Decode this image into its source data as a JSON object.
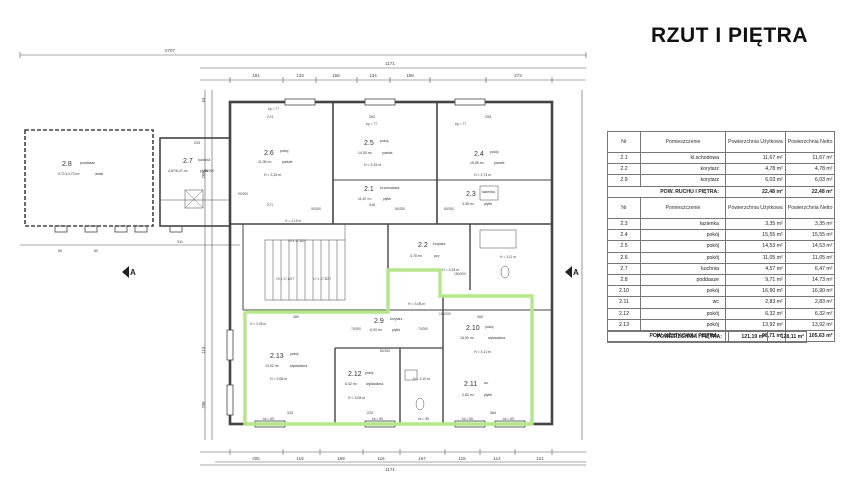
{
  "title": "RZUT I PIĘTRA",
  "headers": [
    "Nr",
    "Pomieszczenie",
    "Powierzchnia Użytkowa",
    "Powierzchnia Netto"
  ],
  "table1": {
    "rows": [
      {
        "nr": "2.1",
        "name": "kl.schodowa",
        "uz": "11,67 m²",
        "netto": "11,67 m²"
      },
      {
        "nr": "2.2",
        "name": "korytarz",
        "uz": "4,78 m²",
        "netto": "4,78 m²"
      },
      {
        "nr": "2.9",
        "name": "korytarz",
        "uz": "6,03 m²",
        "netto": "6,03 m²"
      }
    ],
    "sum_label": "POW. RUCHU I PIĘTRA:",
    "sum_uz": "22,48 m²",
    "sum_netto": "22,48 m²"
  },
  "table2": {
    "rows": [
      {
        "nr": "2.3",
        "name": "łazienka",
        "uz": "3,35 m²",
        "netto": "3,35 m²"
      },
      {
        "nr": "2.4",
        "name": "pokój",
        "uz": "15,55 m²",
        "netto": "15,55 m²"
      },
      {
        "nr": "2.5",
        "name": "pokój",
        "uz": "14,53 m²",
        "netto": "14,53 m²"
      },
      {
        "nr": "2.6",
        "name": "pokój",
        "uz": "11,05 m²",
        "netto": "11,05 m²"
      },
      {
        "nr": "2.7",
        "name": "kuchnia",
        "uz": "4,57 m²",
        "netto": "6,47 m²"
      },
      {
        "nr": "2.8",
        "name": "poddasze",
        "uz": "9,71 m²",
        "netto": "14,73 m²"
      },
      {
        "nr": "2.10",
        "name": "pokój",
        "uz": "16,90 m²",
        "netto": "16,90 m²"
      },
      {
        "nr": "2.11",
        "name": "wc",
        "uz": "2,83 m²",
        "netto": "2,83 m²"
      },
      {
        "nr": "2.12",
        "name": "pokój",
        "uz": "6,32 m²",
        "netto": "6,32 m²"
      },
      {
        "nr": "2.13",
        "name": "pokój",
        "uz": "13,92 m²",
        "netto": "13,92 m²"
      }
    ],
    "sum_label": "POW. UŻYTKOWA I PIĘTRA:",
    "sum_uz": "98,71 m²",
    "sum_netto": "105,63 m²"
  },
  "total": {
    "label": "POWIERZCHNIA I PIĘTRA:",
    "uz": "121,19 m²",
    "netto": "128,11 m²"
  },
  "colors": {
    "wall": "#444444",
    "highlight": "#b6e58a",
    "line": "#555555"
  },
  "plan": {
    "dim_total": "2707",
    "dim_top": "1171",
    "dim_bottom": "1171",
    "dims_top_segments": [
      "181",
      "133",
      "158",
      "134",
      "158",
      "273"
    ],
    "dims_bottom_segments": [
      "205",
      "115",
      "169",
      "116",
      "167",
      "115",
      "114",
      "121"
    ],
    "dims_left": [
      "63",
      "260",
      "115",
      "239"
    ],
    "dim_misc": [
      "311",
      "306",
      "380",
      "315",
      "229",
      "364",
      "80",
      "80",
      "233",
      "274",
      "271",
      "318",
      "262",
      "255"
    ],
    "section_marks": [
      "A",
      "A"
    ],
    "rooms": [
      {
        "nr": "2.8",
        "name": "poddasze",
        "area": "9,71/14,73 m²",
        "floor": "deski"
      },
      {
        "nr": "2.7",
        "name": "kuchnia",
        "area": "4,57/6,47 m²",
        "floor": "płytki"
      },
      {
        "nr": "2.6",
        "name": "pokój",
        "area": "11,05 m²",
        "floor": "parkiet",
        "height": "H = 3,15 m"
      },
      {
        "nr": "2.5",
        "name": "pokój",
        "area": "14,53 m²",
        "floor": "parkiet",
        "height": "H = 3,15 m"
      },
      {
        "nr": "2.4",
        "name": "pokój",
        "area": "15,55 m²",
        "floor": "panele",
        "height": "H = 2,74 m"
      },
      {
        "nr": "2.1",
        "name": "kl.schodowa",
        "area": "11,67 m²",
        "floor": "płytki"
      },
      {
        "nr": "2.3",
        "name": "łazienka",
        "area": "3,35 m²",
        "floor": "płytki"
      },
      {
        "nr": "2.2",
        "name": "korytarz",
        "area": "4,78 m²",
        "floor": "pcv",
        "height": "H = 3,15 m"
      },
      {
        "nr": "2.9",
        "name": "korytarz",
        "area": "6,03 m²",
        "floor": "płytki",
        "height": "H = 3,08 m"
      },
      {
        "nr": "2.10",
        "name": "pokój",
        "area": "16,90 m²",
        "floor": "wykładzina",
        "height": "H = 3,11 m"
      },
      {
        "nr": "2.13",
        "name": "pokój",
        "area": "13,92 m²",
        "floor": "wykładzina",
        "height": "H = 3,08 m"
      },
      {
        "nr": "2.12",
        "name": "pokój",
        "area": "6,32 m²",
        "floor": "wykładzina",
        "height": "H = 3,08 m"
      },
      {
        "nr": "2.11",
        "name": "wc",
        "area": "2,83 m²",
        "floor": "płytki",
        "height": "H = 3,10 m"
      }
    ],
    "stair_labels": [
      "19 x 17,6/27",
      "19 x 17,6/27",
      "17 x 17,6/27"
    ],
    "openings": [
      "bp = 77",
      "bp = 77",
      "bp = 77",
      "bs = 85",
      "bs = 85",
      "bs = 85",
      "bs = 85",
      "bs = 85"
    ],
    "sill_labels": [
      "90/200",
      "90/200",
      "90/200",
      "80/200",
      "80/200",
      "70/200",
      "70/200",
      "80/200",
      "100/200",
      "150/200"
    ],
    "extra_heights": [
      "H = 3,11 m",
      "H = 3,15 m",
      "H = 3,08 m"
    ]
  }
}
